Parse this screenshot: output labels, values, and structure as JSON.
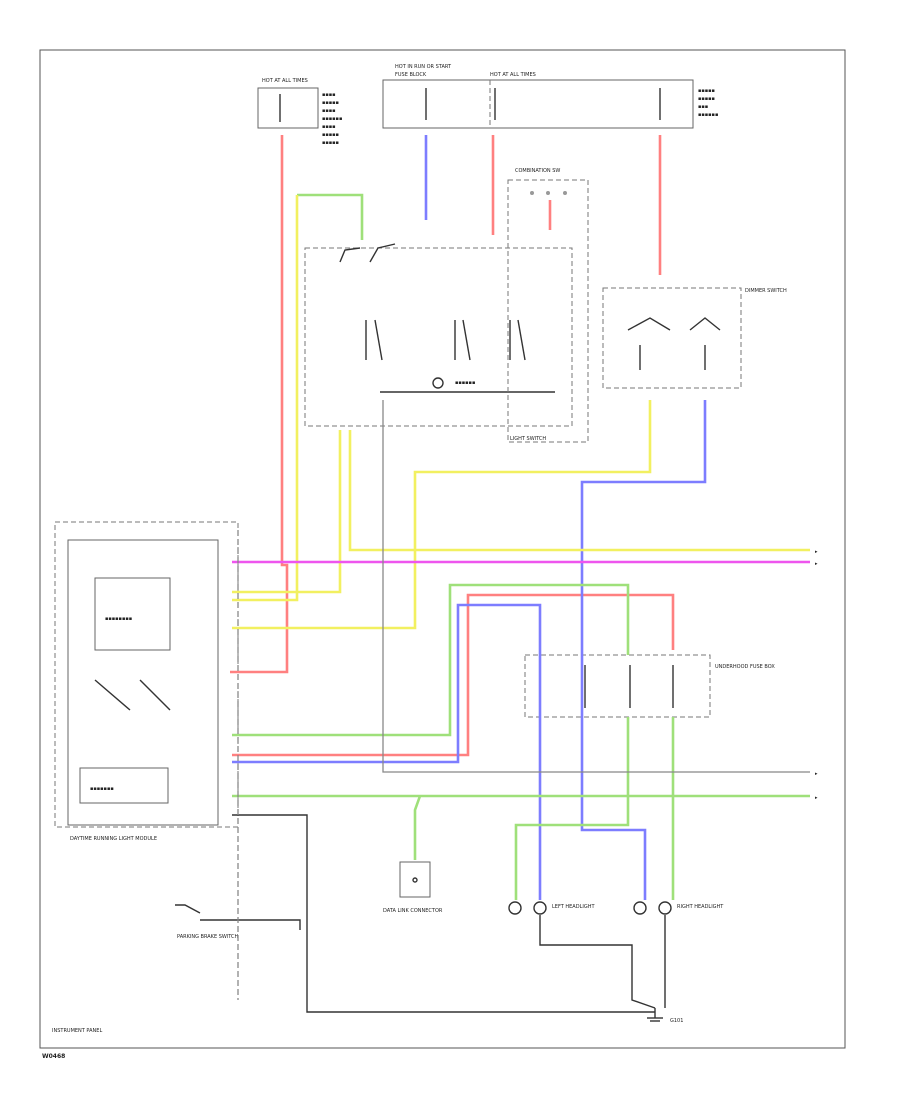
{
  "footer": {
    "code": "W0468"
  },
  "colors": {
    "wire_red": "#ff8080",
    "wire_yellow": "#f2f060",
    "wire_green": "#9fe07a",
    "wire_blue": "#7d7dff",
    "wire_magenta": "#ee55ee",
    "wire_black": "#333333"
  },
  "labels": {
    "fuse_left_header": "HOT AT ALL TIMES",
    "fuse_center_header": "HOT IN RUN OR START",
    "fuse_right_header": "HOT AT ALL TIMES",
    "fuse_block_header": "FUSE BLOCK",
    "light_switch": "LIGHT SWITCH",
    "combination_sw": "COMBINATION SW",
    "dimmer_sw": "DIMMER SWITCH",
    "module": "DAYTIME RUNNING LIGHT MODULE",
    "relay_box": "UNDERHOOD FUSE BOX",
    "diagnostic": "DATA LINK CONNECTOR",
    "parking_brake": "PARKING BRAKE SWITCH",
    "left_headlight": "LEFT HEADLIGHT",
    "right_headlight": "RIGHT HEADLIGHT",
    "ground": "G101",
    "bottom_note": "INSTRUMENT PANEL"
  }
}
